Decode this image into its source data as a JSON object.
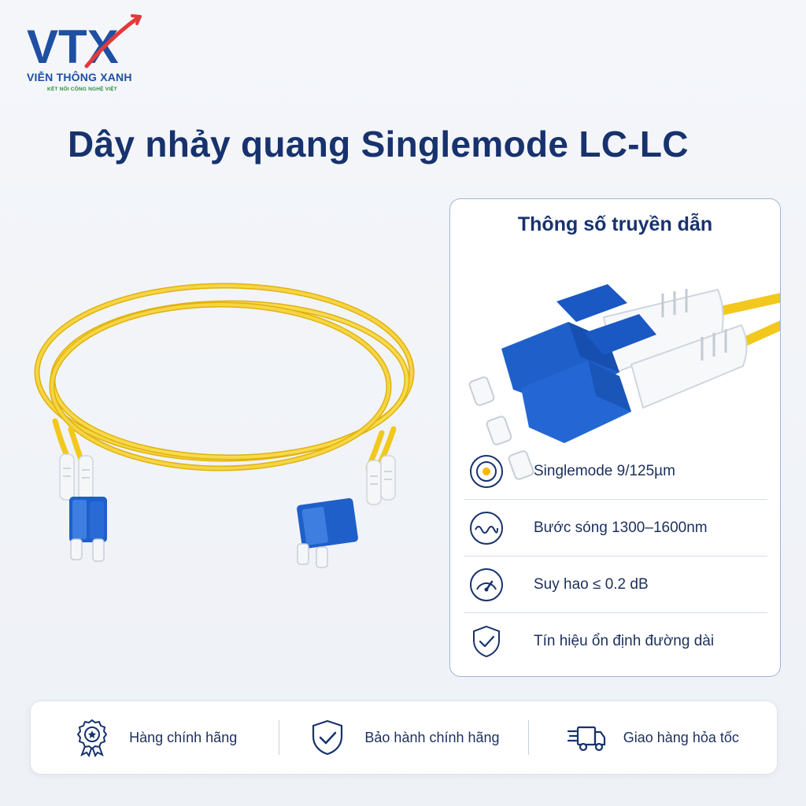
{
  "brand": {
    "logo_text": "VTX",
    "name": "VIỄN THÔNG XANH",
    "tagline": "KẾT NỐI CÔNG NGHỆ VIỆT"
  },
  "title": "Dây nhảy quang Singlemode LC-LC",
  "spec_card": {
    "title": "Thông số truyền dẫn",
    "items": [
      {
        "icon": "fiber-core-icon",
        "label": "Singlemode 9/125µm"
      },
      {
        "icon": "wave-icon",
        "label": "Bước sóng 1300–1600nm"
      },
      {
        "icon": "gauge-icon",
        "label": "Suy hao ≤ 0.2 dB"
      },
      {
        "icon": "shield-check-icon",
        "label": "Tín hiệu ổn định đường dài"
      }
    ]
  },
  "features": [
    {
      "icon": "award-badge-icon",
      "label": "Hàng chính hãng"
    },
    {
      "icon": "shield-check-icon",
      "label": "Bảo hành chính hãng"
    },
    {
      "icon": "delivery-truck-icon",
      "label": "Giao hàng hỏa tốc"
    }
  ],
  "colors": {
    "navy": "#17326d",
    "brand_blue": "#1e4fa3",
    "brand_green": "#2a8f3c",
    "cable_yellow": "#f2c81c",
    "connector_blue": "#1f5fc9",
    "accent_gold": "#f5b800"
  }
}
